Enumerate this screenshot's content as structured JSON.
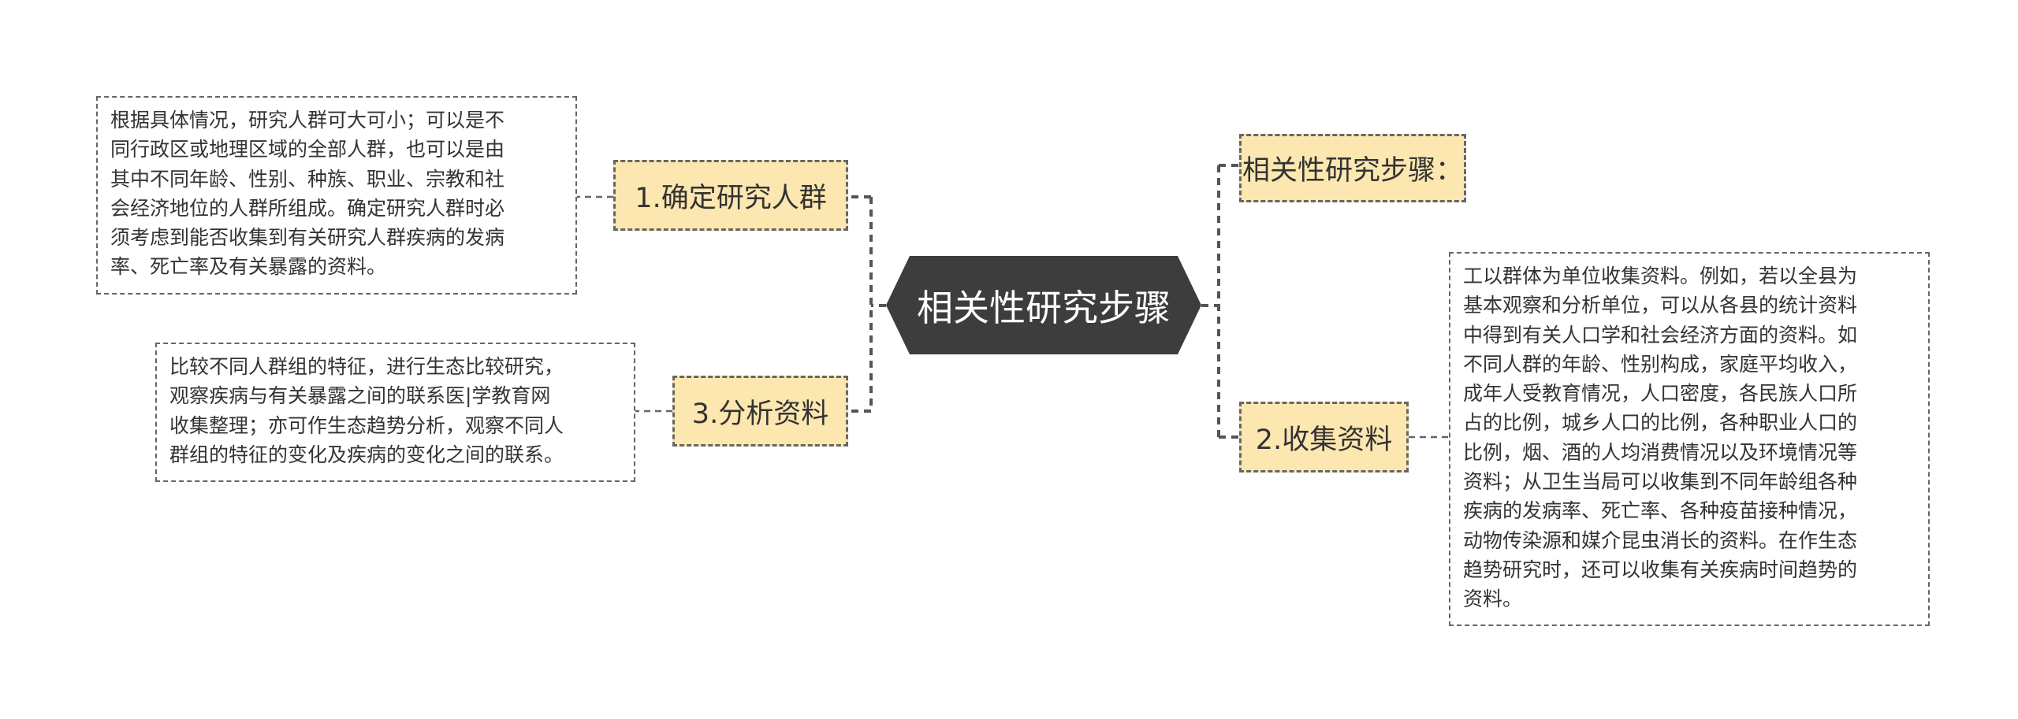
{
  "root": {
    "label": "相关性研究步骤"
  },
  "topics": {
    "step1": {
      "label": "1.确定研究人群"
    },
    "step3": {
      "label": "3.分析资料"
    },
    "intro": {
      "label": "相关性研究步骤："
    },
    "step2": {
      "label": "2.收集资料"
    }
  },
  "notes": {
    "step1": {
      "lines": [
        "根据具体情况，研究人群可大可小；可以是不",
        "同行政区或地理区域的全部人群，也可以是由",
        "其中不同年龄、性别、种族、职业、宗教和社",
        "会经济地位的人群所组成。确定研究人群时必",
        "须考虑到能否收集到有关研究人群疾病的发病",
        "率、死亡率及有关暴露的资料。"
      ]
    },
    "step3": {
      "lines": [
        "比较不同人群组的特征，进行生态比较研究，",
        "观察疾病与有关暴露之间的联系医|学教育网",
        "收集整理；亦可作生态趋势分析，观察不同人",
        "群组的特征的变化及疾病的变化之间的联系。"
      ]
    },
    "step2": {
      "lines": [
        "工以群体为单位收集资料。例如，若以全县为",
        "基本观察和分析单位，可以从各县的统计资料",
        "中得到有关人口学和社会经济方面的资料。如",
        "不同人群的年龄、性别构成，家庭平均收入，",
        "成年人受教育情况，人口密度，各民族人口所",
        "占的比例，城乡人口的比例，各种职业人口的",
        "比例，烟、酒的人均消费情况以及环境情况等",
        "资料；从卫生当局可以收集到不同年龄组各种",
        "疾病的发病率、死亡率、各种疫苗接种情况，",
        "动物传染源和媒介昆虫消长的资料。在作生态",
        "趋势研究时，还可以收集有关疾病时间趋势的",
        "资料。"
      ]
    }
  },
  "colors": {
    "center_fill": "#3d3d3d",
    "topic_fill": "#fde7b0",
    "border": "#666666",
    "connector": "#555555"
  }
}
